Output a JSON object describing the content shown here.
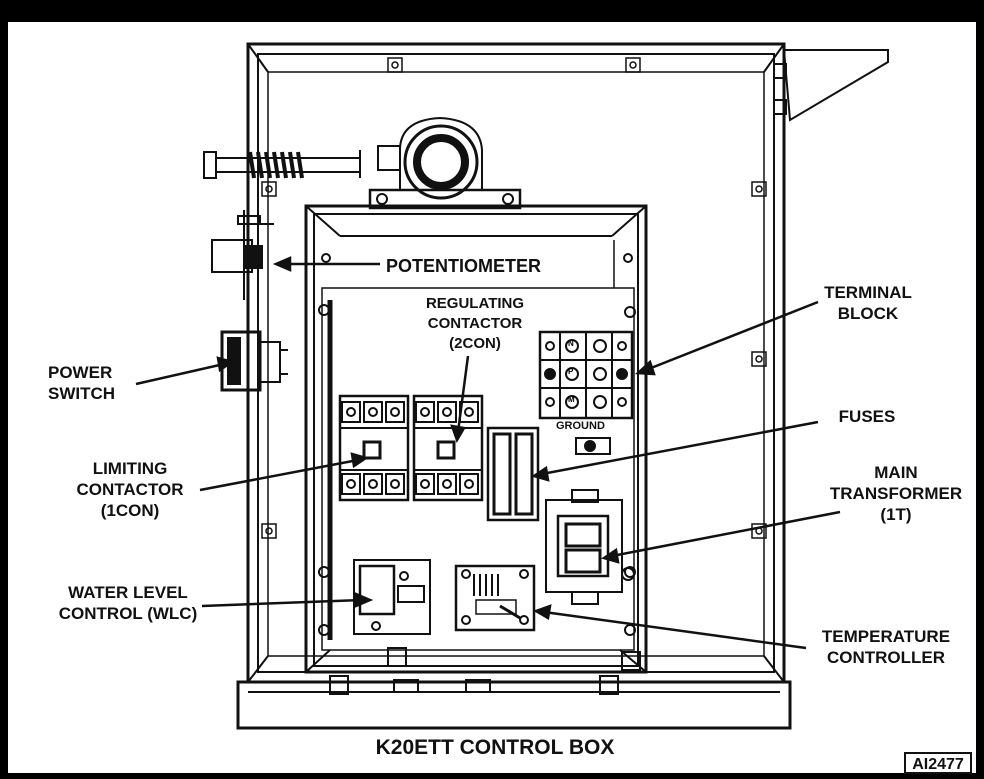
{
  "labels": {
    "potentiometer": "POTENTIOMETER",
    "regulating_contactor": "REGULATING\nCONTACTOR\n(2CON)",
    "terminal_block": "TERMINAL\nBLOCK",
    "power_switch": "POWER\nSWITCH",
    "fuses": "FUSES",
    "limiting_contactor": "LIMITING\nCONTACTOR\n(1CON)",
    "main_transformer": "MAIN\nTRANSFORMER\n(1T)",
    "water_level_control": "WATER LEVEL\nCONTROL (WLC)",
    "temperature_controller": "TEMPERATURE\nCONTROLLER",
    "ground": "GROUND"
  },
  "terminal_letters": [
    "N",
    "P",
    "M"
  ],
  "caption": "K20ETT CONTROL BOX",
  "figure_id": "AI2477",
  "colors": {
    "line": "#111111",
    "background": "#ffffff",
    "border": "#000000"
  }
}
